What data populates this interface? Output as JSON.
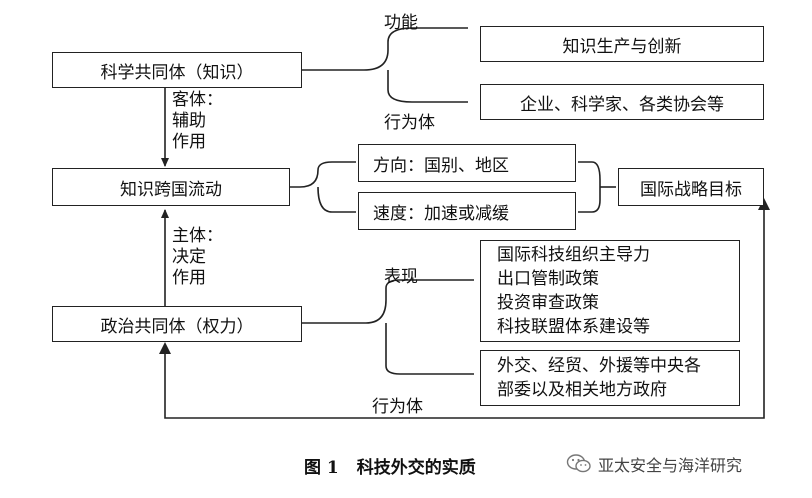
{
  "nodes": {
    "science_community": "科学共同体（知识）",
    "knowledge_flow": "知识跨国流动",
    "political_community": "政治共同体（权力）",
    "function_box": "知识生产与创新",
    "actor_box_top": "企业、科学家、各类协会等",
    "direction_box": "方向：国别、地区",
    "speed_box": "速度：加速或减缓",
    "strategy_box": "国际战略目标",
    "manifest_lines": [
      "国际科技组织主导力",
      "出口管制政策",
      "投资审查政策",
      "科技联盟体系建设等"
    ],
    "actor_lines_bottom": [
      "外交、经贸、外援等中央各",
      "部委以及相关地方政府"
    ]
  },
  "labels": {
    "function": "功能",
    "actor_top": "行为体",
    "object_lines": [
      "客体：",
      "辅助",
      "作用"
    ],
    "subject_lines": [
      "主体：",
      "决定",
      "作用"
    ],
    "manifest": "表现",
    "actor_bottom": "行为体"
  },
  "caption": {
    "num": "图 1",
    "title": "科技外交的实质"
  },
  "watermark": {
    "text": "亚太安全与海洋研究",
    "icon": "wechat-icon"
  }
}
